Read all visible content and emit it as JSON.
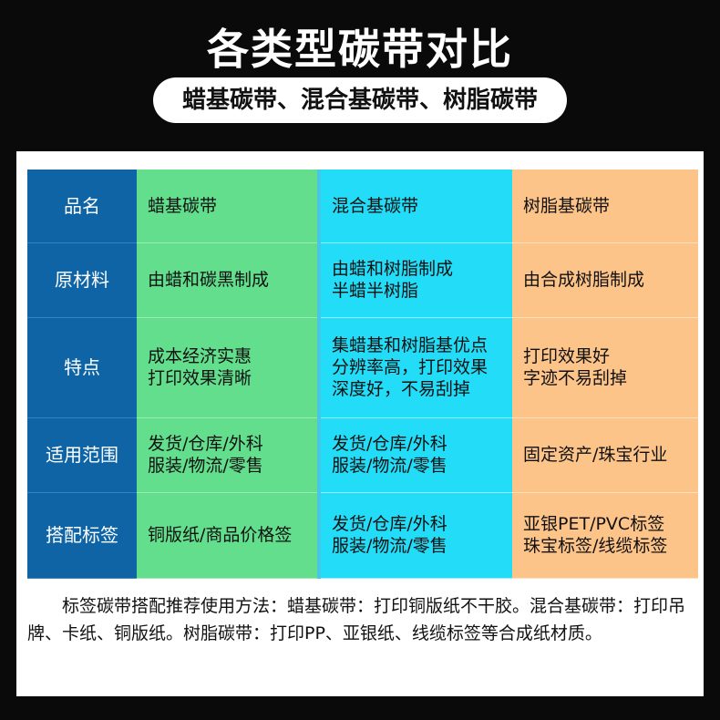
{
  "title": "各类型碳带对比",
  "subtitle": "蜡基碳带、混合基碳带、树脂碳带",
  "table": {
    "rows": [
      {
        "head": "品名",
        "c1": "蜡基碳带",
        "c2": "混合基碳带",
        "c3": "树脂基碳带"
      },
      {
        "head": "原材料",
        "c1": "由蜡和碳黑制成",
        "c2": "由蜡和树脂制成\n半蜡半树脂",
        "c3": "由合成树脂制成"
      },
      {
        "head": "特点",
        "c1": "成本经济实惠\n打印效果清晰",
        "c2": "集蜡基和树脂基优点\n分辨率高，打印效果\n深度好，不易刮掉",
        "c3": "打印效果好\n字迹不易刮掉"
      },
      {
        "head": "适用范围",
        "c1": "发货/仓库/外科\n服装/物流/零售",
        "c2": "发货/仓库/外科\n服装/物流/零售",
        "c3": "固定资产/珠宝行业"
      },
      {
        "head": "搭配标签",
        "c1": "铜版纸/商品价格签",
        "c2": "发货/仓库/外科\n服装/物流/零售",
        "c3": "亚银PET/PVC标签\n珠宝标签/线缆标签"
      }
    ]
  },
  "note": "标签碳带搭配推荐使用方法：蜡基碳带：打印铜版纸不干胶。混合基碳带：打印吊牌、卡纸、铜版纸。树脂碳带：打印PP、亚银纸、线缆标签等合成纸材质。",
  "colors": {
    "background": "#0a0a0a",
    "header_col": "#0f64a6",
    "wax_col": "#62de8d",
    "mixed_col": "#23dcf7",
    "resin_col": "#fdc48a"
  }
}
